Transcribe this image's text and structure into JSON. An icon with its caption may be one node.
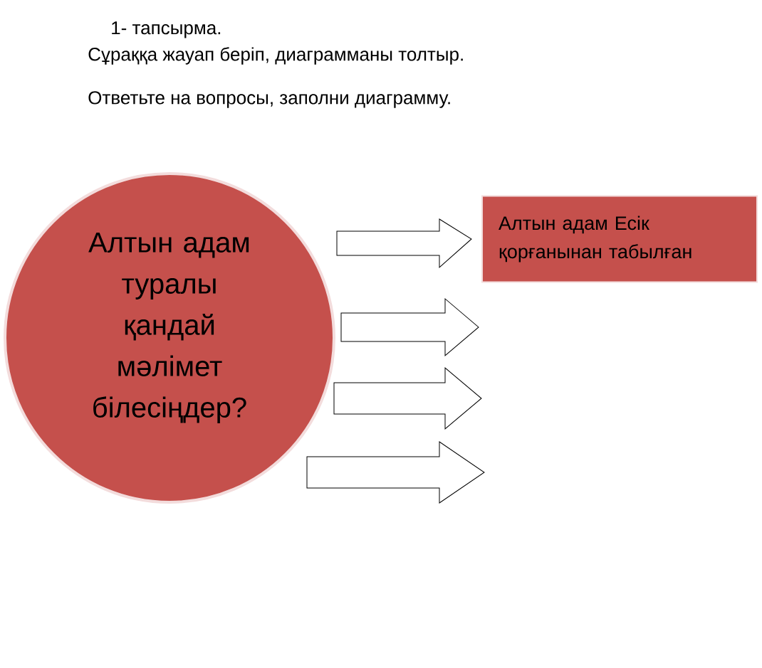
{
  "diagram": {
    "title": "1- тапсырма.",
    "nodes": [
      {
        "text": [
          "Алтын адам туралы қандай мәлімет білесіңдер?"
        ]
      },
      {
        "text": [
          "Алтын адам Есік қорғанынан табылған"
        ]
      }
    ],
    "edges": [
      {
        "from": 0,
        "to": 1,
        "arrow": "to"
      },
      {
        "from": 0,
        "to": null,
        "arrow": "to"
      },
      {
        "from": 0,
        "to": null,
        "arrow": "to"
      },
      {
        "from": 0,
        "to": null,
        "arrow": "to"
      }
    ],
    "labels": [
      "Сұраққа жауап беріп, диаграмманы толтыр.",
      "Ответьте на вопросы, заполни диаграмму."
    ]
  }
}
